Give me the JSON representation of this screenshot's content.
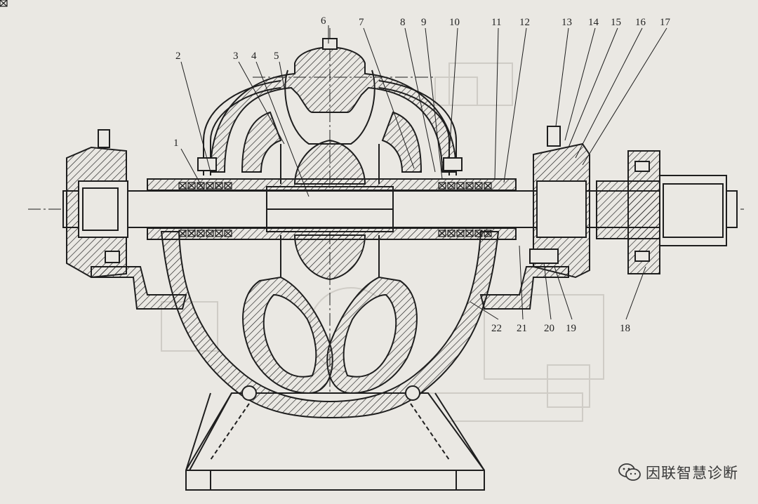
{
  "callouts": {
    "c1": "1",
    "c2": "2",
    "c3": "3",
    "c4": "4",
    "c5": "5",
    "c6": "6",
    "c7": "7",
    "c8": "8",
    "c9": "9",
    "c10": "10",
    "c11": "11",
    "c12": "12",
    "c13": "13",
    "c14": "14",
    "c15": "15",
    "c16": "16",
    "c17": "17",
    "c18": "18",
    "c19": "19",
    "c20": "20",
    "c21": "21",
    "c22": "22"
  },
  "watermark": {
    "text": "因联智慧诊断",
    "icon": "wechat-icon"
  },
  "colors": {
    "ink": "#1e1e1e",
    "paper": "#eae8e3",
    "ghost": "#cfccc6"
  }
}
